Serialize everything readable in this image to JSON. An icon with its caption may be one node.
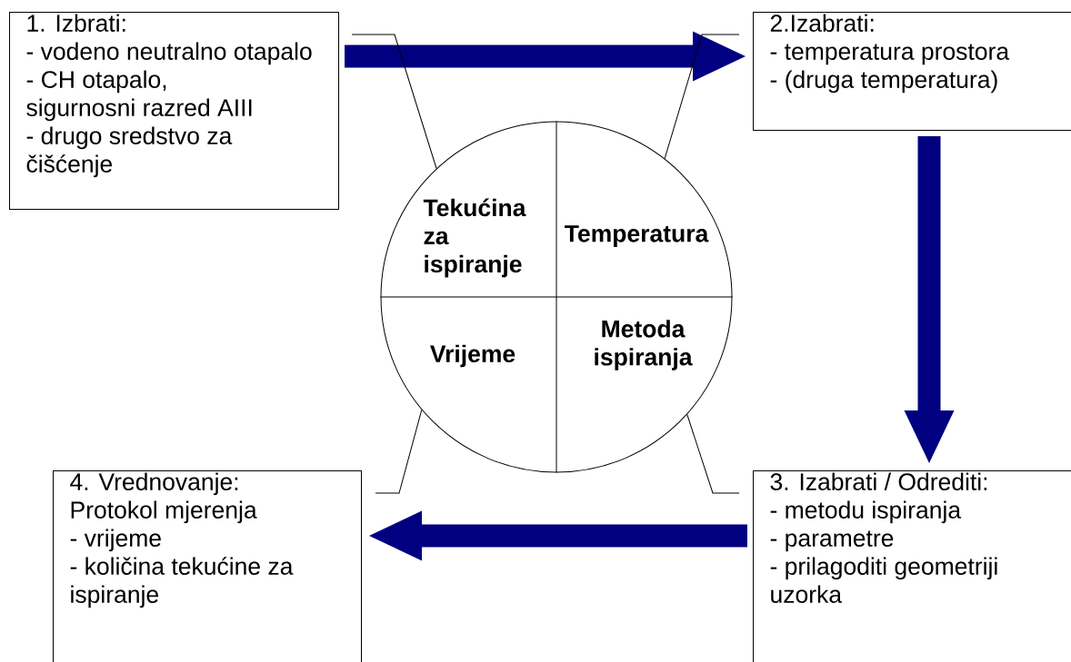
{
  "diagram": {
    "nodes": [
      {
        "text": [
          "1. Izbrati:",
          "- vodeno neutralno otapalo",
          "- CH otapalo,",
          "sigurnosni razred AIII",
          "- drugo sredstvo za čišćenje"
        ]
      },
      {
        "text": [
          "2.Izabrati:",
          "- temperatura prostora",
          "- (druga temperatura)"
        ]
      },
      {
        "text": [],
        "shape": "circle"
      },
      {
        "text": [
          "Tekućina za ispiranje"
        ],
        "in": 2
      },
      {
        "text": [
          "Temperatura"
        ],
        "in": 2
      },
      {
        "text": [
          "Vrijeme"
        ],
        "in": 2
      },
      {
        "text": [
          "Metoda ispiranja"
        ],
        "in": 2
      },
      {
        "text": [
          "4. Vrednovanje:",
          "Protokol mjerenja",
          "- vrijeme",
          "- količina tekućine za ispiranje"
        ]
      },
      {
        "text": [
          "3. Izabrati / Odrediti:",
          "- metodu ispiranja",
          "- parametre",
          "- prilagoditi geometriji uzorka"
        ]
      }
    ],
    "edges": [
      {
        "from": 0,
        "to": 1,
        "arrow": "to",
        "style": "thick",
        "color": "#000080"
      },
      {
        "from": 1,
        "to": 8,
        "arrow": "to",
        "style": "thick",
        "color": "#000080"
      },
      {
        "from": 8,
        "to": 7,
        "arrow": "to",
        "style": "thick",
        "color": "#000080"
      },
      {
        "from": 0,
        "to": 2,
        "arrow": "none"
      },
      {
        "from": 1,
        "to": 2,
        "arrow": "none"
      },
      {
        "from": 8,
        "to": 2,
        "arrow": "none"
      },
      {
        "from": 7,
        "to": 2,
        "arrow": "none"
      }
    ]
  }
}
